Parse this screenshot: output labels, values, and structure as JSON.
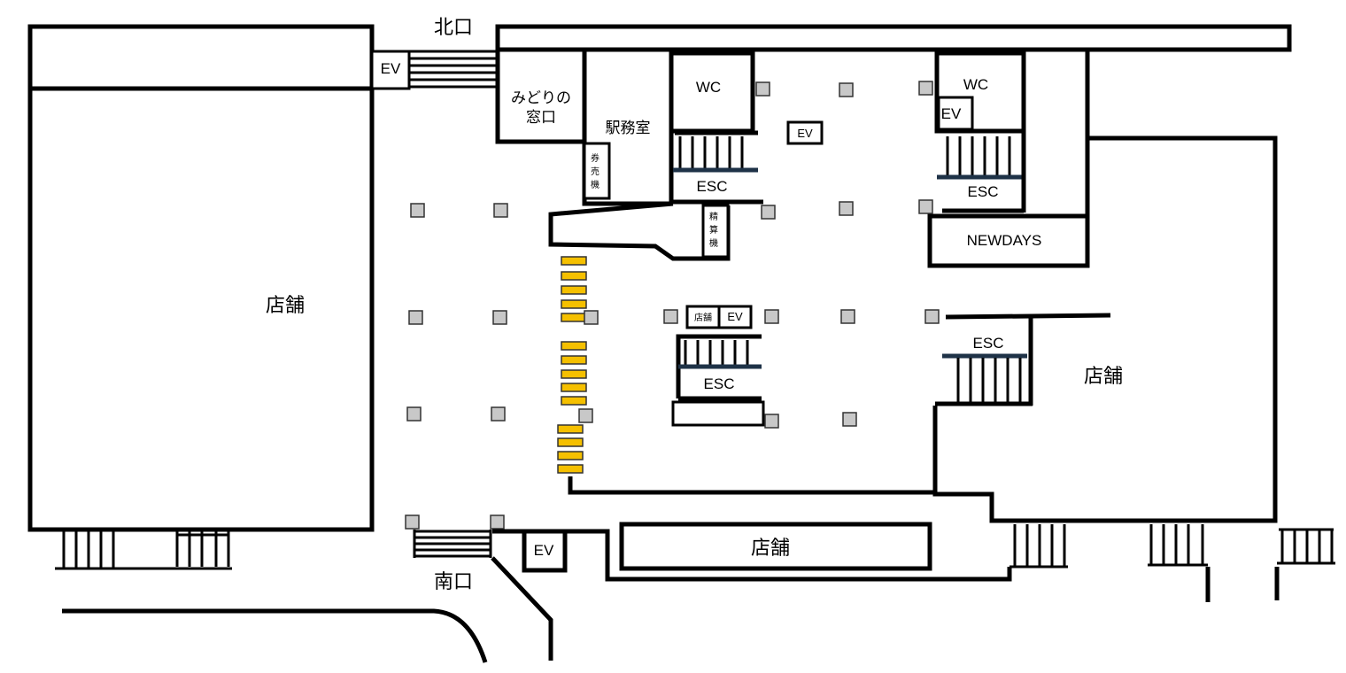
{
  "labels": {
    "north_exit": "北口",
    "south_exit": "南口",
    "midori_line1": "みどりの",
    "midori_line2": "窓口",
    "station_office": "駅務室",
    "ticket_machine": [
      "券",
      "売",
      "機"
    ],
    "fare_adjust": [
      "精",
      "算",
      "機"
    ],
    "wc": "WC",
    "ev": "EV",
    "esc": "ESC",
    "shop": "店舗",
    "newdays": "NEWDAYS"
  },
  "colors": {
    "wall": "#000000",
    "pillar": "#c8c8c8",
    "tactile_paving": "#f5c000",
    "escalator_bar": "#1e3247"
  }
}
